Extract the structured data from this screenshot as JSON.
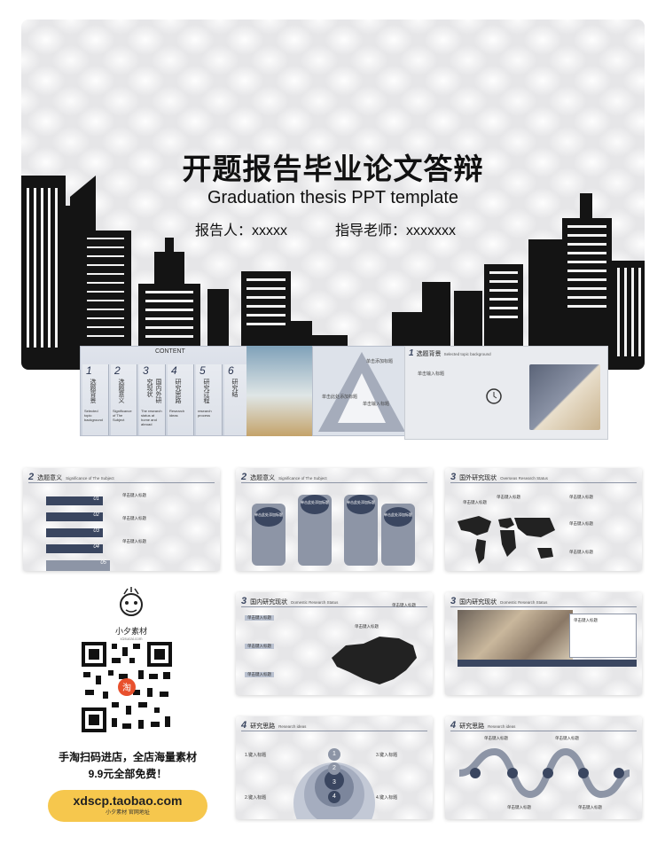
{
  "hero": {
    "title": "开题报告毕业论文答辩",
    "subtitle": "Graduation thesis PPT template",
    "reporter": "报告人：xxxxx",
    "advisor": "指导老师：xxxxxxx"
  },
  "toc": {
    "heading": "CONTENT",
    "items": [
      {
        "num": "1",
        "label": "选题背景",
        "en": "Selected topic background"
      },
      {
        "num": "2",
        "label": "选题意义",
        "en": "Significance of The Subject"
      },
      {
        "num": "3",
        "label": "国内外研究现状",
        "en": "The research status at home and abroad"
      },
      {
        "num": "4",
        "label": "研究思路",
        "en": "Research ideas"
      },
      {
        "num": "5",
        "label": "研究过程",
        "en": "research process"
      },
      {
        "num": "6",
        "label": "研究结",
        "en": ""
      }
    ]
  },
  "preview": {
    "tri_label_a": "单击此处添加标题",
    "tri_label_b": "单击添加标题",
    "tri_label_c": "单击输入标题",
    "book_num": "1",
    "book_title": "选题背景",
    "book_en": "Selected topic background",
    "book_label": "单击输入标题"
  },
  "slides": {
    "s1": {
      "num": "2",
      "title": "选题意义",
      "en": "Significance of The Subject",
      "steps": [
        "01",
        "02",
        "03",
        "04",
        "05"
      ],
      "item": "单击键入标题"
    },
    "s2": {
      "num": "2",
      "title": "选题意义",
      "en": "Significance of The Subject",
      "bubble": "单击此处添加标题"
    },
    "s3": {
      "num": "3",
      "title": "国外研究现状",
      "en": "Overseas Research Status",
      "item": "单击键入标题"
    },
    "s4": {
      "num": "3",
      "title": "国内研究现状",
      "en": "Domestic Research Status",
      "item": "单击键入标题"
    },
    "s5": {
      "num": "3",
      "title": "国内研究现状",
      "en": "Domestic Research Status",
      "item": "单击键入标题"
    },
    "s6": {
      "num": "4",
      "title": "研究思路",
      "en": "Research ideas",
      "items": [
        "1.键入标题",
        "2.键入标题",
        "3.键入标题",
        "4.键入标题"
      ],
      "rings": [
        "1",
        "2",
        "3",
        "4"
      ]
    },
    "s7": {
      "num": "4",
      "title": "研究思路",
      "en": "Research ideas",
      "item": "单击键入标题"
    }
  },
  "ad": {
    "logo_text": "小夕素材",
    "logo_sub": "x1sucai.com",
    "scan_text": "手淘扫码进店，全店海量素材",
    "free_text": "9.9元全部免费！",
    "shop_url": "xdscp.taobao.com",
    "shop_sub": "小夕素材 官网地址"
  },
  "colors": {
    "accent": "#3a4660",
    "highlight": "#f6c74d",
    "slate": "#8d95a6"
  }
}
